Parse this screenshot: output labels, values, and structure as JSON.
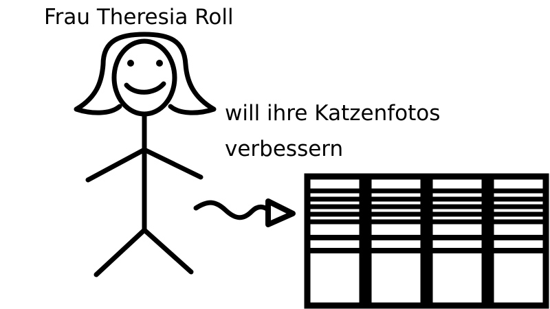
{
  "person": {
    "name": "Frau Theresia Roll"
  },
  "caption": {
    "line1": "will ihre Katzenfotos",
    "line2": "verbessern"
  },
  "servers": {
    "count": 4
  },
  "icons": {
    "figure": "stick-figure-icon",
    "arrow": "wavy-arrow-icon",
    "server": "server-rack-icon"
  },
  "colors": {
    "ink": "#000000",
    "background": "#ffffff"
  }
}
